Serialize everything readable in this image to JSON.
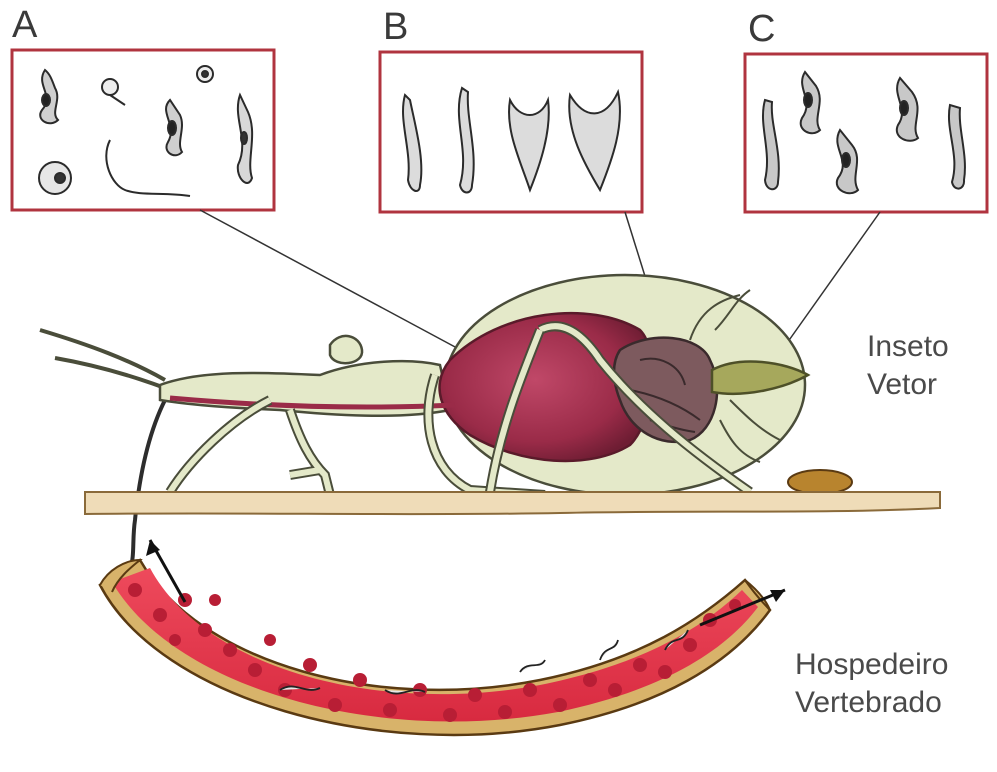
{
  "panels": [
    {
      "letter": "A"
    },
    {
      "letter": "B"
    },
    {
      "letter": "C"
    }
  ],
  "labels": {
    "vector_line1": "Inseto",
    "vector_line2": "Vetor",
    "host_line1": "Hospedeiro",
    "host_line2": "Vertebrado"
  },
  "colors": {
    "panel_border": "#b0343f",
    "insect_body": "#e4e9c9",
    "insect_outline": "#4a4d3a",
    "gut_red": "#a8324f",
    "intestine_brown": "#7d5a5e",
    "rectum_olive": "#a6a85c",
    "surface": "#efdcb8",
    "vessel_red": "#e4334a",
    "vessel_wall": "#d8b36a",
    "blood_cell": "#b81e35"
  }
}
